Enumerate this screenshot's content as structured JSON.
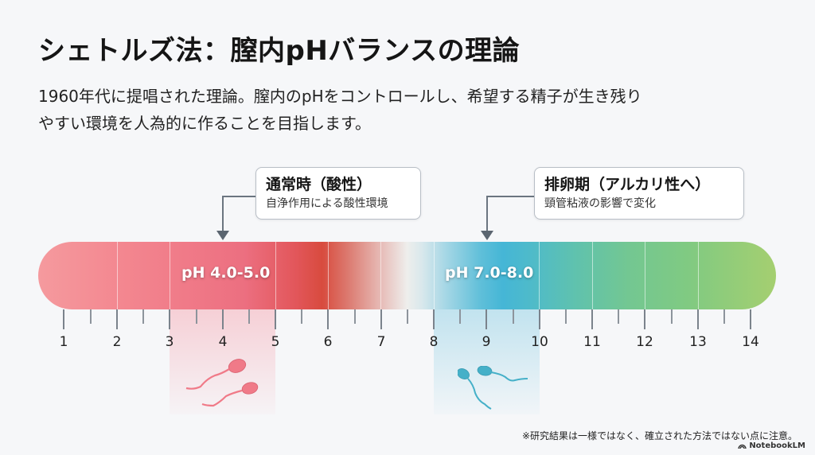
{
  "title": "シェトルズ法：膣内pHバランスの理論",
  "description": {
    "line1": "1960年代に提唱された理論。膣内のpHをコントロールし、希望する精子が生き残り",
    "line2": "やすい環境を人為的に作ることを目指します。"
  },
  "callouts": [
    {
      "heading": "通常時（酸性）",
      "sub": "自浄作用による酸性環境",
      "points_to_ph": 4
    },
    {
      "heading": "排卵期（アルカリ性へ）",
      "sub": "頸管粘液の影響で変化",
      "points_to_ph": 9
    }
  ],
  "scale": {
    "bar_labels": {
      "acid": "pH 4.0-5.0",
      "alkaline": "pH 7.0-8.0"
    },
    "ticks": [
      "1",
      "2",
      "3",
      "4",
      "5",
      "6",
      "7",
      "8",
      "9",
      "10",
      "11",
      "12",
      "13",
      "14"
    ],
    "colors": {
      "acid": "#ec6f80",
      "strong_acid": "#d84b3e",
      "neutral": "#eeeeec",
      "alkaline": "#45b6d6",
      "base": "#a5cf70"
    }
  },
  "zones": [
    {
      "name": "acid",
      "range": [
        3,
        5
      ],
      "icon": "sperm-icon",
      "color": "#f07a88"
    },
    {
      "name": "alkaline",
      "range": [
        8,
        10
      ],
      "icon": "sperm-icon",
      "color": "#45b0c8"
    }
  ],
  "footnote": "※研究結果は一様ではなく、確立された方法ではない点に注意。",
  "brand": "NotebookLM"
}
